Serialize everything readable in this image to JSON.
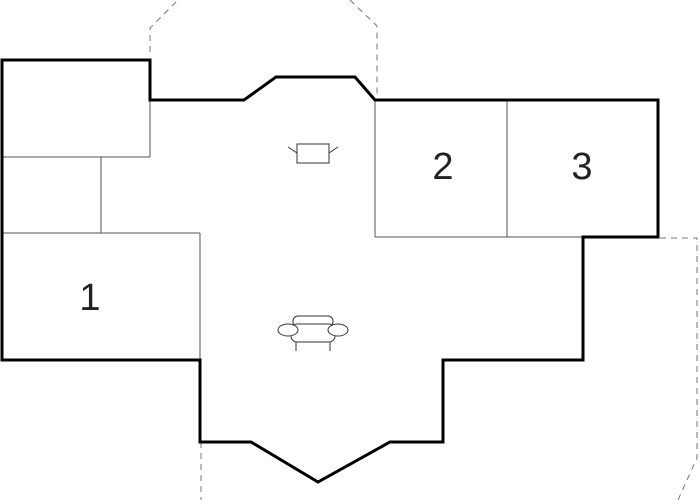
{
  "colors": {
    "wall": "#000000",
    "partition": "#555555",
    "dashed": "#777777",
    "label": "#222222"
  },
  "rooms": [
    {
      "label": "1"
    },
    {
      "label": "2"
    },
    {
      "label": "3"
    }
  ],
  "icons": {
    "fixture": "light-fixture-icon",
    "furniture": "armchair-icon"
  }
}
